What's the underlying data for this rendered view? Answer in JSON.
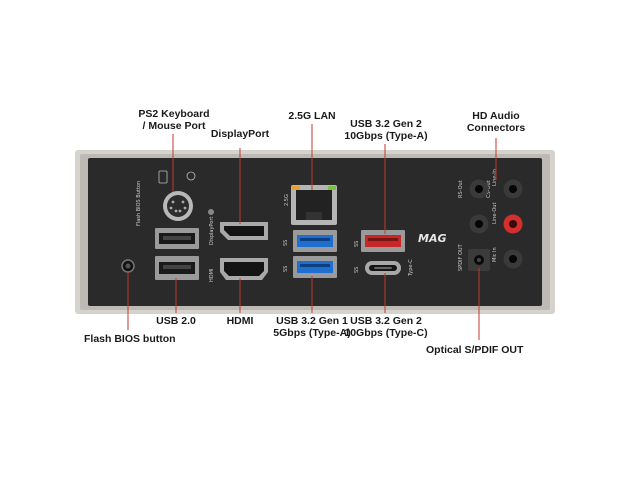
{
  "labels": {
    "ps2": [
      "PS2 Keyboard",
      "/ Mouse Port"
    ],
    "displayport": "DisplayPort",
    "lan": "2.5G LAN",
    "usb32g2a": [
      "USB 3.2 Gen 2",
      "10Gbps (Type-A)"
    ],
    "hd_audio": [
      "HD Audio",
      "Connectors"
    ],
    "usb20": "USB 2.0",
    "hdmi": "HDMI",
    "usb32g1": [
      "USB 3.2 Gen 1",
      "5Gbps (Type-A)"
    ],
    "usb32g2c": [
      "USB 3.2 Gen 2",
      "10Gbps (Type-C)"
    ],
    "flash_bios": "Flash BIOS button",
    "spdif": "Optical S/PDIF OUT"
  },
  "silkscreen": {
    "flash_bios": "Flash BIOS Button",
    "displayport": "DisplayPort",
    "hdmi": "HDMI",
    "lan": "2.5G",
    "ss": "SS",
    "typec": "Type-C",
    "brand": "MAG",
    "spdif": "SPDIF OUT",
    "rs_out": "RS-Out",
    "cs_out": "CS-Out",
    "line_in": "Line-In",
    "line_out": "Line-Out",
    "mic_in": "Mic In"
  },
  "colors": {
    "panel": "#2a2a2a",
    "frame": "#d6d3cf",
    "leader": "#c0392b",
    "usb3_blue": "#1f6fd1",
    "usb_gen2_red": "#c62828",
    "jack_red": "#d32f2f"
  }
}
